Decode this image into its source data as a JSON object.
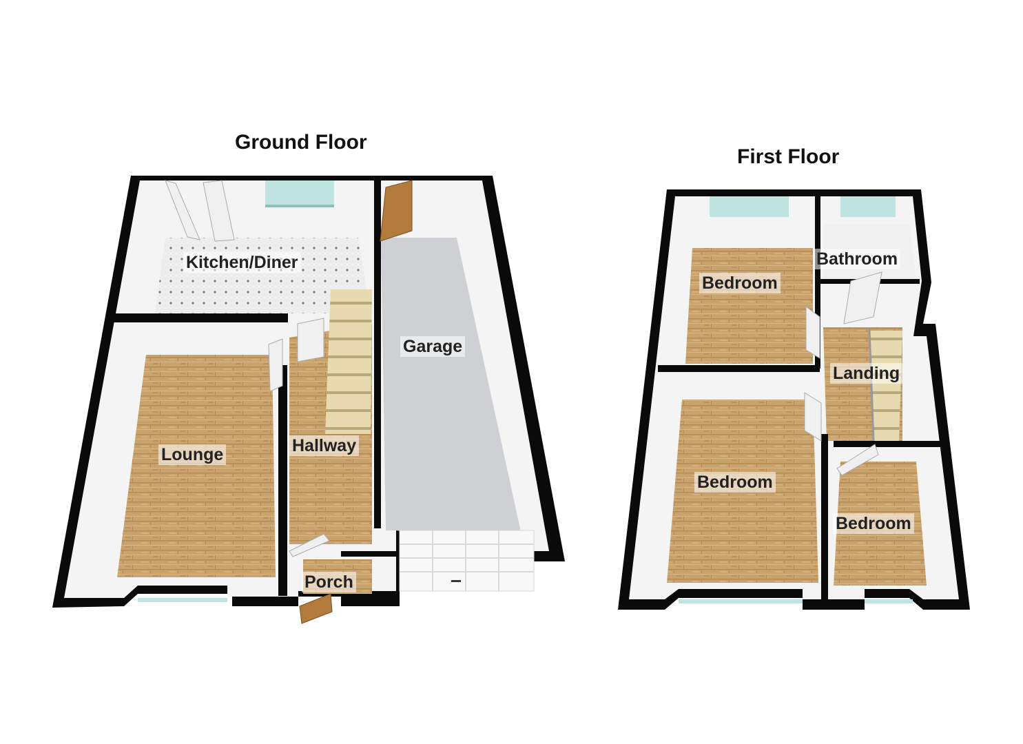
{
  "ground_floor": {
    "title": "Ground Floor",
    "rooms": {
      "kitchen": "Kitchen/Diner",
      "lounge": "Lounge",
      "hallway": "Hallway",
      "garage": "Garage",
      "porch": "Porch"
    }
  },
  "first_floor": {
    "title": "First Floor",
    "rooms": {
      "bedroom_top": "Bedroom",
      "bathroom": "Bathroom",
      "landing": "Landing",
      "bedroom_large": "Bedroom",
      "bedroom_small": "Bedroom"
    }
  },
  "colors": {
    "wall": "#0a0a0a",
    "wood_floor": "#c9a36e",
    "tile_floor": "#ebebeb",
    "garage_floor": "#cfd0d3",
    "inner_wall": "#f5f5f5",
    "glass": "#bfe3e0",
    "door_wood": "#b27a3b",
    "door_white": "#f0f0f0"
  }
}
